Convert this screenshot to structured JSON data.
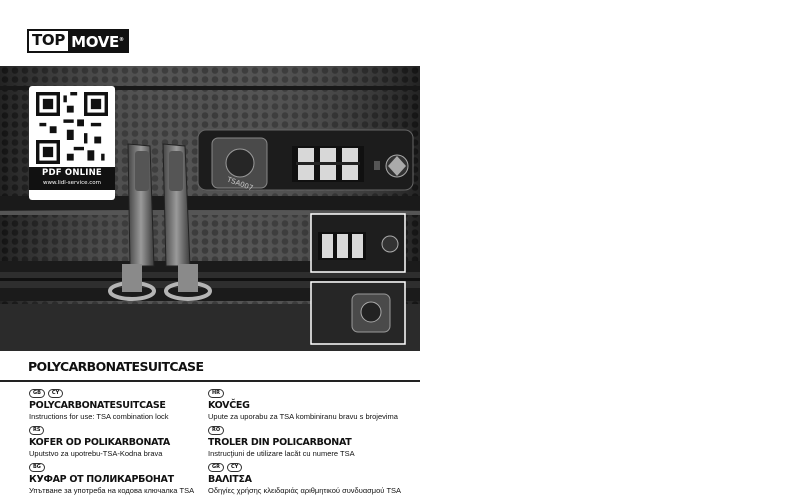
{
  "brand": {
    "part1": "TOP",
    "part2": "MOVE",
    "mark": "®"
  },
  "qr": {
    "pdf_label": "PDF ONLINE",
    "url": "www.lidl-service.com"
  },
  "lock": {
    "brand_text": "TSA007"
  },
  "product_title": "POLYCARBONATESUITCASE",
  "entries": [
    {
      "codes": [
        "GB",
        "CY"
      ],
      "name": "POLYCARBONATESUITCASE",
      "desc": "Instructions for use: TSA combination lock"
    },
    {
      "codes": [
        "HR"
      ],
      "name": "KOVČEG",
      "desc": "Upute za uporabu za TSA kombiniranu bravu s brojevima"
    },
    {
      "codes": [
        "RS"
      ],
      "name": "KOFER OD POLIKARBONATA",
      "desc": "Uputstvo za upotrebu-TSA-Kodna brava"
    },
    {
      "codes": [
        "RO"
      ],
      "name": "TROLER DIN POLICARBONAT",
      "desc": "Instrucţiuni de utilizare lacăt cu numere TSA"
    },
    {
      "codes": [
        "BG"
      ],
      "name": "КУФАР ОТ ПОЛИКАРБОНАТ",
      "desc": "Упътване за употреба на кодова ключалка TSA"
    },
    {
      "codes": [
        "GR",
        "CY"
      ],
      "name": "ΒΑΛΙΤΣΑ",
      "desc": "Οδηγίες χρήσης κλειδαριάς αριθμητικού συνδυασμού TSA"
    }
  ]
}
